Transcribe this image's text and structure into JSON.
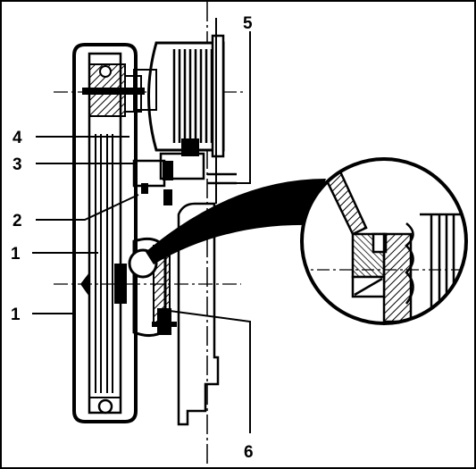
{
  "diagram": {
    "callouts": [
      {
        "id": "c1a",
        "text": "1"
      },
      {
        "id": "c1b",
        "text": "1"
      },
      {
        "id": "c2",
        "text": "2"
      },
      {
        "id": "c3",
        "text": "3"
      },
      {
        "id": "c4",
        "text": "4"
      },
      {
        "id": "c5",
        "text": "5"
      },
      {
        "id": "c6",
        "text": "6"
      }
    ],
    "colors": {
      "ink": "#000000",
      "paper": "#ffffff",
      "hatch": "#000000"
    }
  }
}
